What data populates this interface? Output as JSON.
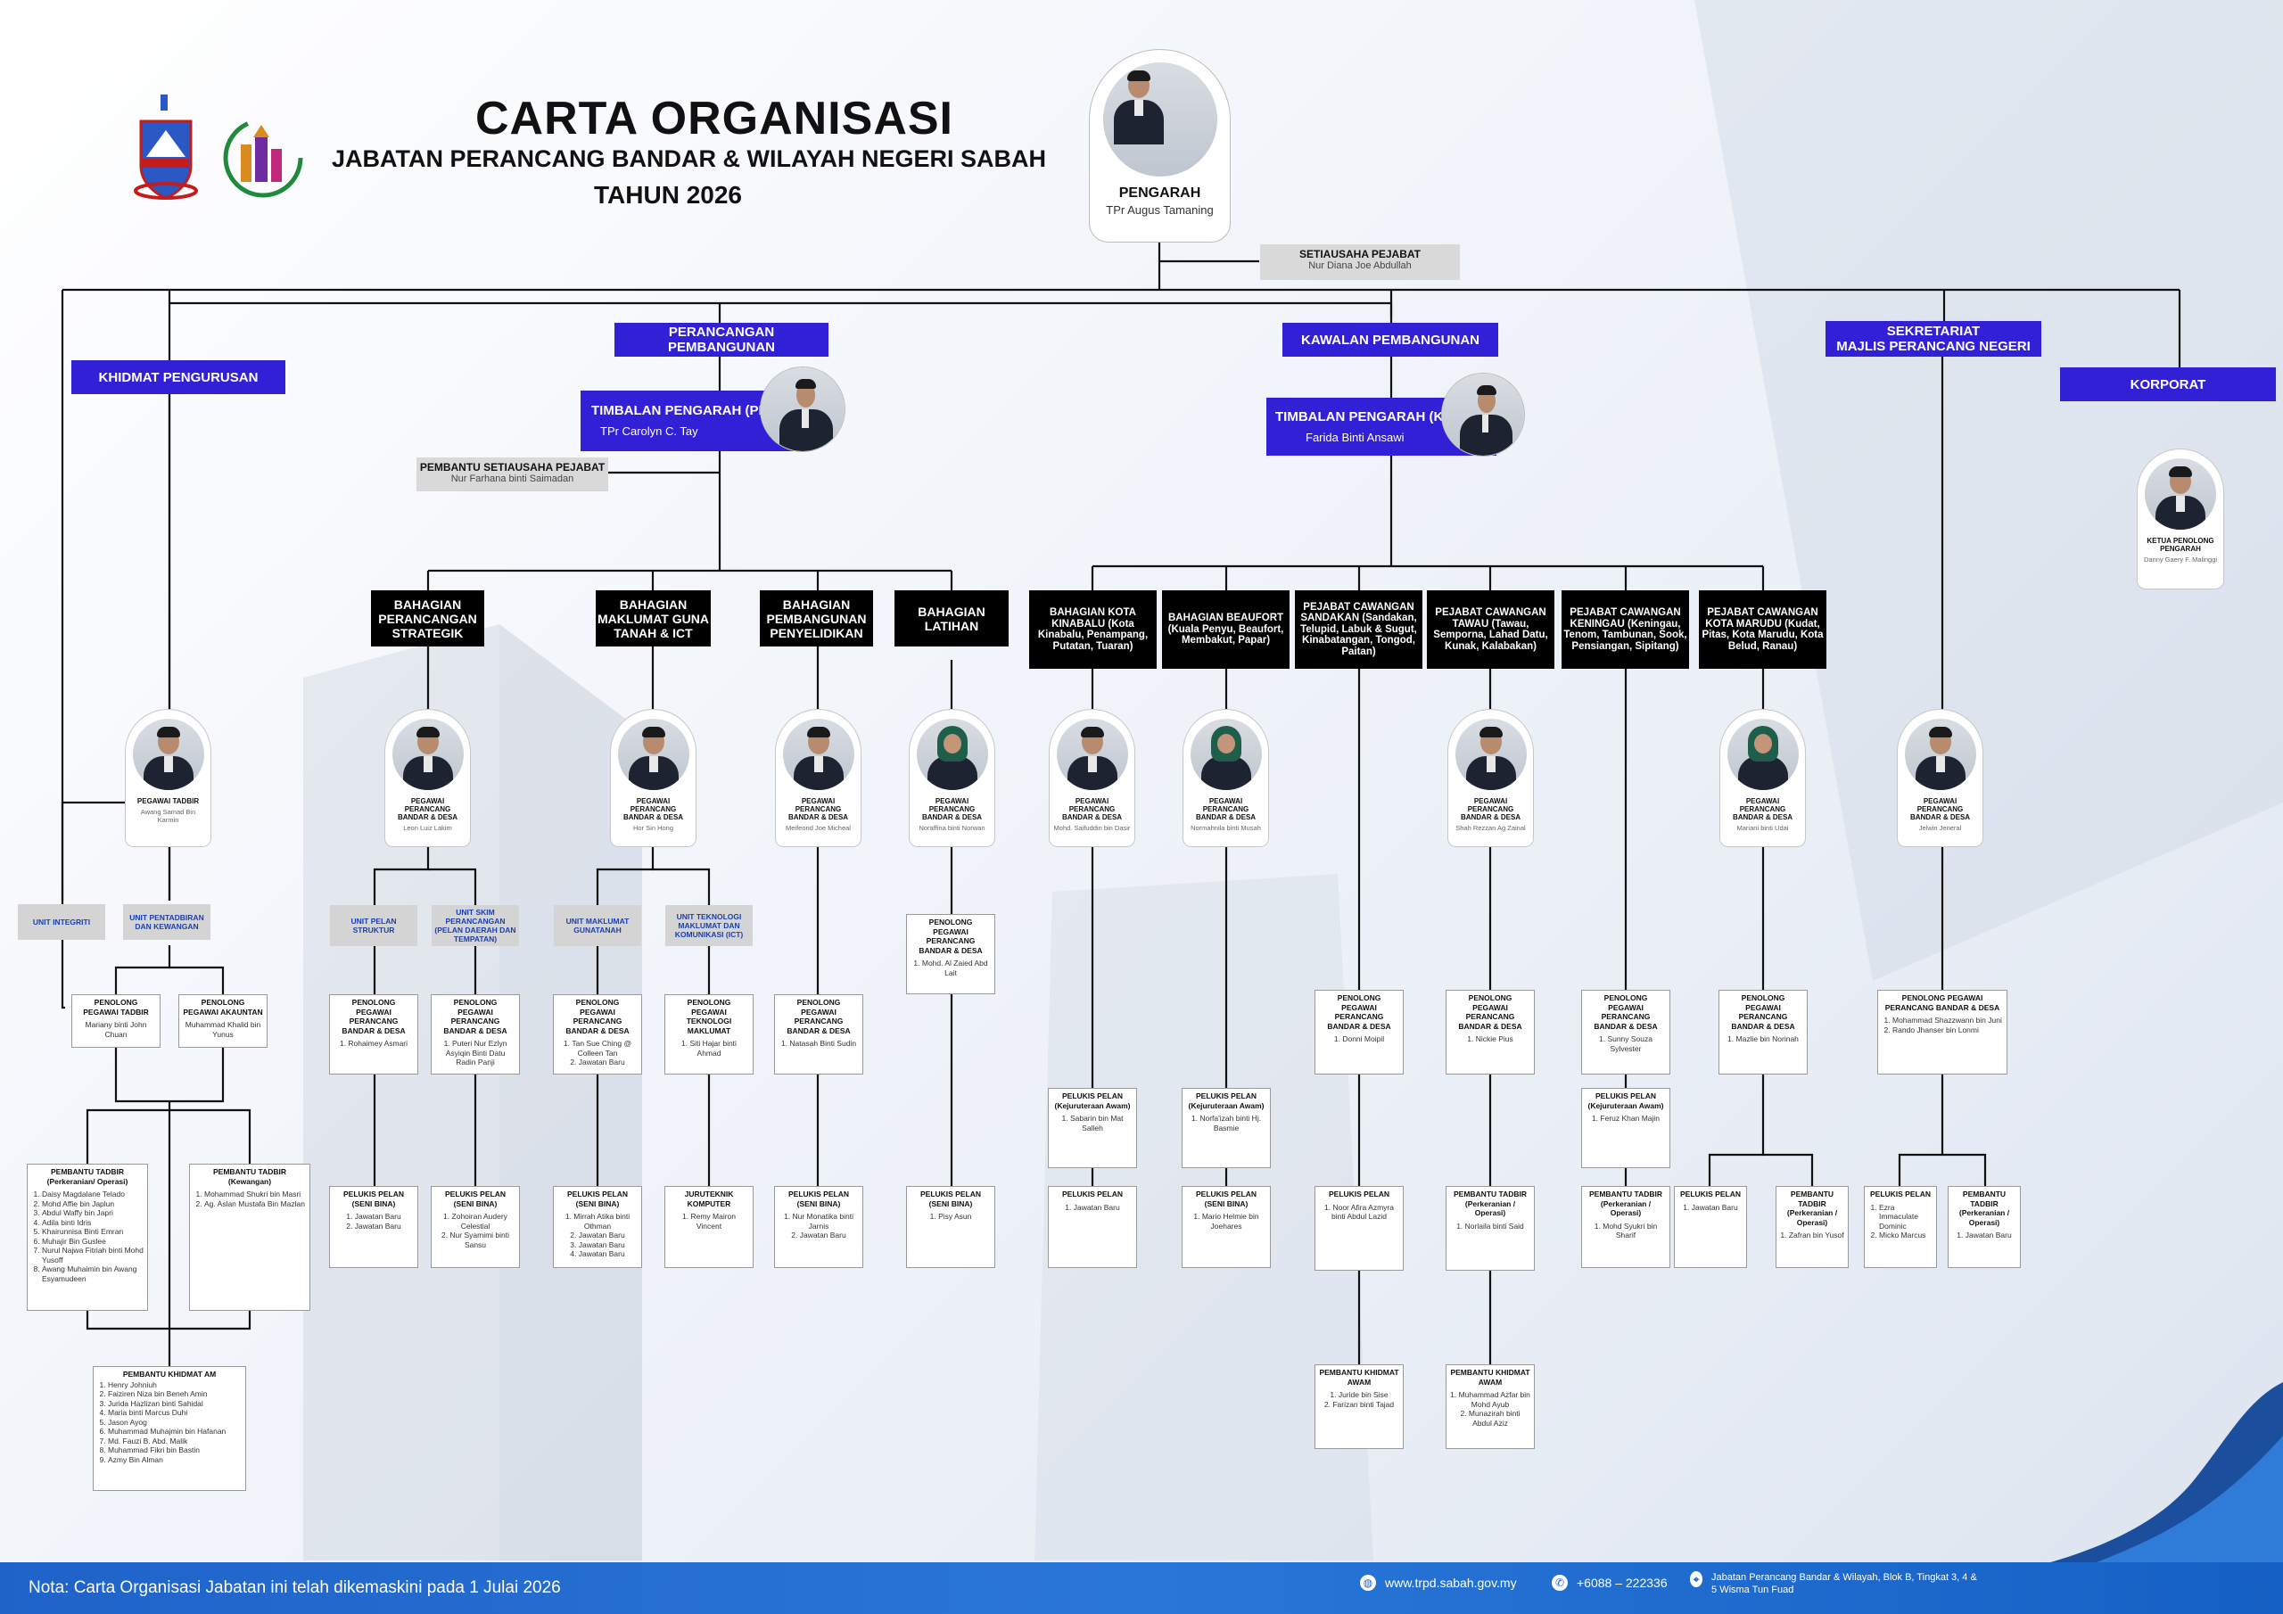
{
  "header": {
    "title": "CARTA ORGANISASI",
    "subtitle": "JABATAN PERANCANG BANDAR & WILAYAH NEGERI SABAH",
    "year": "TAHUN 2026"
  },
  "director": {
    "role": "PENGARAH",
    "name": "TPr Augus Tamaning"
  },
  "secretary": {
    "role": "SETIAUSAHA PEJABAT",
    "name": "Nur Diana Joe Abdullah"
  },
  "divisions": {
    "khidmat": "KHIDMAT PENGURUSAN",
    "perancangan": "PERANCANGAN PEMBANGUNAN",
    "kawalan": "KAWALAN PEMBANGUNAN",
    "sekretariat": "SEKRETARIAT\nMAJLIS PERANCANG NEGERI",
    "korporat": "KORPORAT"
  },
  "deputy_pp": {
    "role": "TIMBALAN PENGARAH (PP)",
    "name": "TPr Carolyn C. Tay"
  },
  "deputy_kp": {
    "role": "TIMBALAN PENGARAH (KP)",
    "name": "Farida Binti Ansawi"
  },
  "assistant_secretary": {
    "role": "PEMBANTU SETIAUSAHA PEJABAT",
    "name": "Nur Farhana binti Saimadan"
  },
  "korporat_head": {
    "role": "KETUA PENOLONG PENGARAH",
    "name": "Danny Gaery F. Malinggi"
  },
  "bahagian": [
    "BAHAGIAN PERANCANGAN STRATEGIK",
    "BAHAGIAN MAKLUMAT GUNA TANAH & ICT",
    "BAHAGIAN PEMBANGUNAN PENYELIDIKAN",
    "BAHAGIAN LATIHAN"
  ],
  "pejabat": [
    "BAHAGIAN KOTA KINABALU (Kota Kinabalu, Penampang, Putatan, Tuaran)",
    "BAHAGIAN BEAUFORT (Kuala Penyu, Beaufort, Membakut, Papar)",
    "PEJABAT CAWANGAN SANDAKAN (Sandakan, Telupid, Labuk & Sugut, Kinabatangan, Tongod, Paitan)",
    "PEJABAT CAWANGAN TAWAU (Tawau, Semporna, Lahad Datu, Kunak, Kalabakan)",
    "PEJABAT CAWANGAN KENINGAU (Keningau, Tenom, Tambunan, Sook, Pensiangan, Sipitang)",
    "PEJABAT CAWANGAN KOTA MARUDU (Kudat, Pitas, Kota Marudu, Kota Belud, Ranau)"
  ],
  "officers": [
    {
      "role": "PEGAWAI TADBIR",
      "name": "Awang Samad Bin Karmin"
    },
    {
      "role": "PEGAWAI PERANCANG BANDAR & DESA",
      "name": "Leon Luiz Lakim"
    },
    {
      "role": "PEGAWAI PERANCANG BANDAR & DESA",
      "name": "Hor Sin Hong"
    },
    {
      "role": "PEGAWAI PERANCANG BANDAR & DESA",
      "name": "Meifeond Joe Micheal"
    },
    {
      "role": "PEGAWAI PERANCANG BANDAR & DESA",
      "name": "Noraffina binti Norwan"
    },
    {
      "role": "PEGAWAI PERANCANG BANDAR & DESA",
      "name": "Mohd. Saifuddin bin Dasir"
    },
    {
      "role": "PEGAWAI PERANCANG BANDAR & DESA",
      "name": "Normahnila binti Musah"
    },
    {
      "role": "PEGAWAI PERANCANG BANDAR & DESA",
      "name": "Shah Rezzan Ag Zainal"
    },
    {
      "role": "PEGAWAI PERANCANG BANDAR & DESA",
      "name": "Mariani binti Udai"
    },
    {
      "role": "PEGAWAI PERANCANG BANDAR & DESA",
      "name": "Jelwin Jeneral"
    }
  ],
  "units": {
    "integriti": "UNIT INTEGRITI",
    "pentadbiran": "UNIT PENTADBIRAN DAN KEWANGAN",
    "pelan_struktur": "UNIT PELAN STRUKTUR",
    "skim": "UNIT SKIM PERANCANGAN (PELAN DAERAH DAN TEMPATAN)",
    "maklumat": "UNIT MAKLUMAT GUNATANAH",
    "ict": "UNIT TEKNOLOGI MAKLUMAT DAN KOMUNIKASI (ICT)"
  },
  "boxes": {
    "pptadbir": {
      "title": "PENOLONG PEGAWAI TADBIR",
      "items": [
        "Mariany binti John Chuan"
      ]
    },
    "ppakaun": {
      "title": "PENOLONG PEGAWAI AKAUNTAN",
      "items": [
        "Muhammad Khalid bin Yunus"
      ]
    },
    "ptperk": {
      "title": "PEMBANTU TADBIR (Perkeranian/ Operasi)",
      "items": [
        "Daisy Magdalane Telado",
        "Mohd Affie bin Japlun",
        "Abdul Waffy bin Japri",
        "Adila binti Idris",
        "Khairunnisa Binti Emran",
        "Muhajir Bin Guslee",
        "Nurul Najwa Fitriah binti Mohd Yusoff",
        "Awang Muhaimin bin Awang Esyamudeen"
      ]
    },
    "ptkew": {
      "title": "PEMBANTU TADBIR (Kewangan)",
      "items": [
        "Mohammad Shukri bin Masri",
        "Ag. Aslan Mustafa Bin Mazlan"
      ]
    },
    "pka": {
      "title": "PEMBANTU KHIDMAT AM",
      "items": [
        "Henry Johniuh",
        "Faiziren Niza bin Beneh Amin",
        "Jurida Hazlizan binti Sahidal",
        "Maria binti Marcus Duhi",
        "Jason Ayog",
        "Muhammad Muhajmin bin Hafanan",
        "Md. Fauzi B. Abd. Malik",
        "Muhammad Fikri bin Bastin",
        "Azmy Bin Alman"
      ]
    },
    "ps_strategik": {
      "title": "PENOLONG PEGAWAI PERANCANG BANDAR & DESA",
      "items": [
        "Rohaimey Asmari"
      ]
    },
    "ps_skim": {
      "title": "PENOLONG PEGAWAI PERANCANG BANDAR & DESA",
      "items": [
        "Puteri Nur Ezlyn Asyiqin Binti Datu Radin Panji"
      ]
    },
    "ps_mgt": {
      "title": "PENOLONG PEGAWAI PERANCANG BANDAR & DESA",
      "items": [
        "Tan Sue Ching @ Colleen Tan",
        "Jawatan Baru"
      ]
    },
    "ps_ict": {
      "title": "PENOLONG PEGAWAI TEKNOLOGI MAKLUMAT",
      "items": [
        "Siti Hajar binti Ahmad"
      ]
    },
    "ps_penyelidikan": {
      "title": "PENOLONG PEGAWAI PERANCANG BANDAR & DESA",
      "items": [
        "Natasah Binti Sudin"
      ]
    },
    "ps_latihan": {
      "title": "PENOLONG PEGAWAI PERANCANG BANDAR & DESA",
      "items": [
        "Mohd. Al Zaied Abd Lait"
      ]
    },
    "pl_strategik": {
      "title": "PELUKIS PELAN (SENI BINA)",
      "items": [
        "Jawatan Baru",
        "Jawatan Baru"
      ]
    },
    "pl_skim": {
      "title": "PELUKIS PELAN (SENI BINA)",
      "items": [
        "Zohoiran Audery Celestial",
        "Nur Syamimi binti Sansu"
      ]
    },
    "pl_mgt": {
      "title": "PELUKIS PELAN (SENI BINA)",
      "items": [
        "Mirrah Atika binti Othman",
        "Jawatan Baru",
        "Jawatan Baru",
        "Jawatan Baru"
      ]
    },
    "juruteknik": {
      "title": "JURUTEKNIK KOMPUTER",
      "items": [
        "Remy Mairon Vincent"
      ]
    },
    "pl_penyelidikan": {
      "title": "PELUKIS PELAN (SENI BINA)",
      "items": [
        "Nur Monatika binti Jarnis",
        "Jawatan Baru"
      ]
    },
    "pl_latihan": {
      "title": "PELUKIS PELAN (SENI BINA)",
      "items": [
        "Pisy Asun"
      ]
    },
    "kk_pka": {
      "title": "PELUKIS PELAN (Kejuruteraan Awam)",
      "items": [
        "Sabarin bin Mat Salleh"
      ]
    },
    "kk_pl": {
      "title": "PELUKIS PELAN",
      "items": [
        "Jawatan Baru"
      ]
    },
    "bf_pka": {
      "title": "PELUKIS PELAN (Kejuruteraan Awam)",
      "items": [
        "Norfa'izah binti Hj. Basmie"
      ]
    },
    "bf_pl": {
      "title": "PELUKIS PELAN (SENI BINA)",
      "items": [
        "Mario Helmie bin Joehares"
      ]
    },
    "sdk_pp": {
      "title": "PENOLONG PEGAWAI PERANCANG BANDAR & DESA",
      "items": [
        "Donni Moipil"
      ]
    },
    "sdk_pl": {
      "title": "PELUKIS PELAN",
      "items": [
        "Noor Afira Azmyra binti Abdul Lazid"
      ]
    },
    "sdk_pka": {
      "title": "PEMBANTU KHIDMAT AWAM",
      "items": [
        "Juride bin Sise",
        "Farizan binti Tajad"
      ]
    },
    "tw_pp": {
      "title": "PENOLONG PEGAWAI PERANCANG BANDAR & DESA",
      "items": [
        "Nickie Pius"
      ]
    },
    "tw_pt": {
      "title": "PEMBANTU TADBIR (Perkeranian / Operasi)",
      "items": [
        "Norlaila binti Said"
      ]
    },
    "tw_pka": {
      "title": "PEMBANTU KHIDMAT AWAM",
      "items": [
        "Muhammad Azfar bin Mohd Ayub",
        "Munazirah binti Abdul Aziz"
      ]
    },
    "kg_pp": {
      "title": "PENOLONG PEGAWAI PERANCANG BANDAR & DESA",
      "items": [
        "Sunny Souza Sylvester"
      ]
    },
    "kg_pka": {
      "title": "PELUKIS PELAN (Kejuruteraan Awam)",
      "items": [
        "Feruz Khan Majin"
      ]
    },
    "kg_pt": {
      "title": "PEMBANTU TADBIR (Perkeranian / Operasi)",
      "items": [
        "Mohd Syukri bin Sharif"
      ]
    },
    "km_pp": {
      "title": "PENOLONG PEGAWAI PERANCANG BANDAR & DESA",
      "items": [
        "Mazlie bin Norinah"
      ]
    },
    "km_pl": {
      "title": "PELUKIS PELAN",
      "items": [
        "Jawatan Baru"
      ]
    },
    "km_pt": {
      "title": "PEMBANTU TADBIR (Perkeranian / Operasi)",
      "items": [
        "Zafran bin Yusof"
      ]
    },
    "sk_pp": {
      "title": "PENOLONG PEGAWAI PERANCANG BANDAR & DESA",
      "items": [
        "Mohammad Shazzwann bin Juni",
        "Rando Jhanser bin Lonmi"
      ]
    },
    "sk_pl": {
      "title": "PELUKIS PELAN",
      "items": [
        "Ezra Immaculate Dominic",
        "Micko Marcus"
      ]
    },
    "sk_pt": {
      "title": "PEMBANTU TADBIR (Perkeranian / Operasi)",
      "items": [
        "Jawatan Baru"
      ]
    }
  },
  "footer": {
    "note": "Nota: Carta Organisasi Jabatan ini telah dikemaskini pada 1 Julai 2026",
    "website": "www.trpd.sabah.gov.my",
    "phone": "+6088 – 222336",
    "address": "Jabatan Perancang Bandar & Wilayah, Blok B, Tingkat 3, 4 & 5 Wisma Tun Fuad"
  },
  "colors": {
    "accent_blue": "#3120d6",
    "footer_blue": "#1f63c9",
    "unit_text": "#1a3fb0"
  }
}
